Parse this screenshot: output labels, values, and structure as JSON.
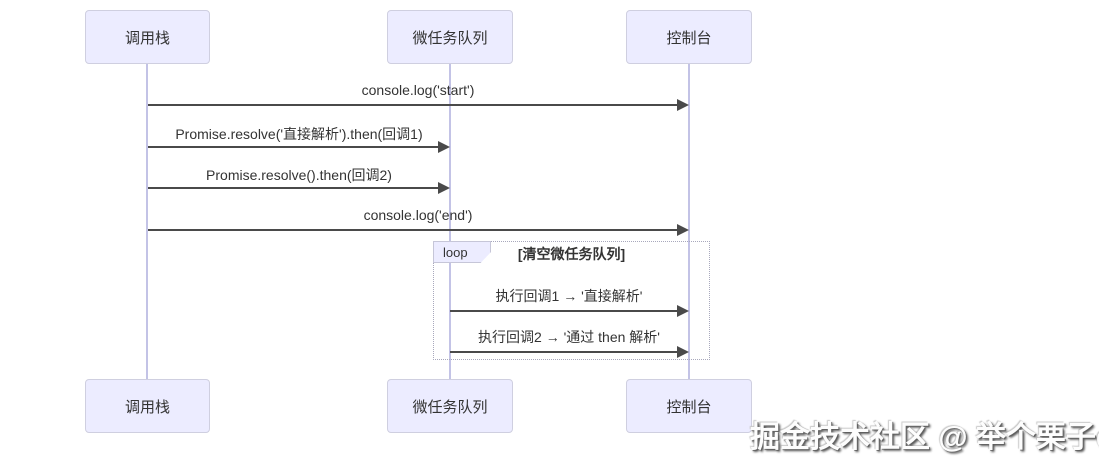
{
  "diagram": {
    "participants": [
      {
        "id": "call-stack",
        "label": "调用栈"
      },
      {
        "id": "microtask-queue",
        "label": "微任务队列"
      },
      {
        "id": "console",
        "label": "控制台"
      }
    ],
    "messages": [
      {
        "from": "call-stack",
        "to": "console",
        "label": "console.log('start')"
      },
      {
        "from": "call-stack",
        "to": "microtask-queue",
        "label": "Promise.resolve('直接解析').then(回调1)"
      },
      {
        "from": "call-stack",
        "to": "microtask-queue",
        "label": "Promise.resolve().then(回调2)"
      },
      {
        "from": "call-stack",
        "to": "console",
        "label": "console.log('end')"
      },
      {
        "from": "microtask-queue",
        "to": "console",
        "label": "执行回调1 → '直接解析'",
        "in_loop": true
      },
      {
        "from": "microtask-queue",
        "to": "console",
        "label": "执行回调2 → '通过 then 解析'",
        "in_loop": true
      }
    ],
    "loop": {
      "label": "loop",
      "condition": "[清空微任务队列]"
    },
    "colors": {
      "actor_fill": "#ECECFF",
      "actor_border": "#cfcfe0",
      "lifeline": "#c3c3e6",
      "arrow": "#4a4a4a",
      "loop_border": "#a8a8bc",
      "text": "#333333"
    }
  },
  "watermark": {
    "text": "掘金技术社区 @ 举个栗子dhy"
  }
}
